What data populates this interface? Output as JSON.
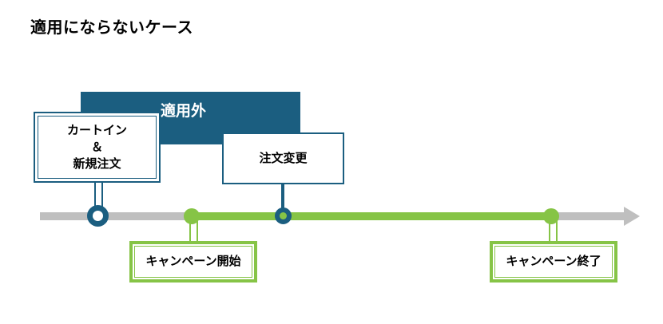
{
  "page": {
    "title": "適用にならないケース"
  },
  "banner": {
    "label": "適用外",
    "color": "#1B5E80"
  },
  "callouts": [
    {
      "id": "cart-in",
      "label": "カートイン\n＆\n新規注文",
      "color": "#1B5E80"
    },
    {
      "id": "order-change",
      "label": "注文変更",
      "color": "#1B5E80"
    },
    {
      "id": "campaign-start",
      "label": "キャンペーン開始",
      "color": "#86C446"
    },
    {
      "id": "campaign-end",
      "label": "キャンペーン終了",
      "color": "#86C446"
    }
  ],
  "timeline": {
    "inactive_color": "#BFBFBF",
    "active_color": "#86C446",
    "marker_color": "#1B5E80",
    "segments": [
      {
        "name": "before-campaign",
        "color": "#BFBFBF"
      },
      {
        "name": "during-campaign",
        "color": "#86C446"
      },
      {
        "name": "after-campaign",
        "color": "#BFBFBF"
      }
    ],
    "markers": [
      {
        "name": "cart-in-marker",
        "kind": "teal-donut"
      },
      {
        "name": "campaign-start-marker",
        "kind": "green-dot"
      },
      {
        "name": "order-change-marker",
        "kind": "teal-ring-green-core"
      },
      {
        "name": "campaign-end-marker",
        "kind": "green-dot"
      }
    ]
  }
}
